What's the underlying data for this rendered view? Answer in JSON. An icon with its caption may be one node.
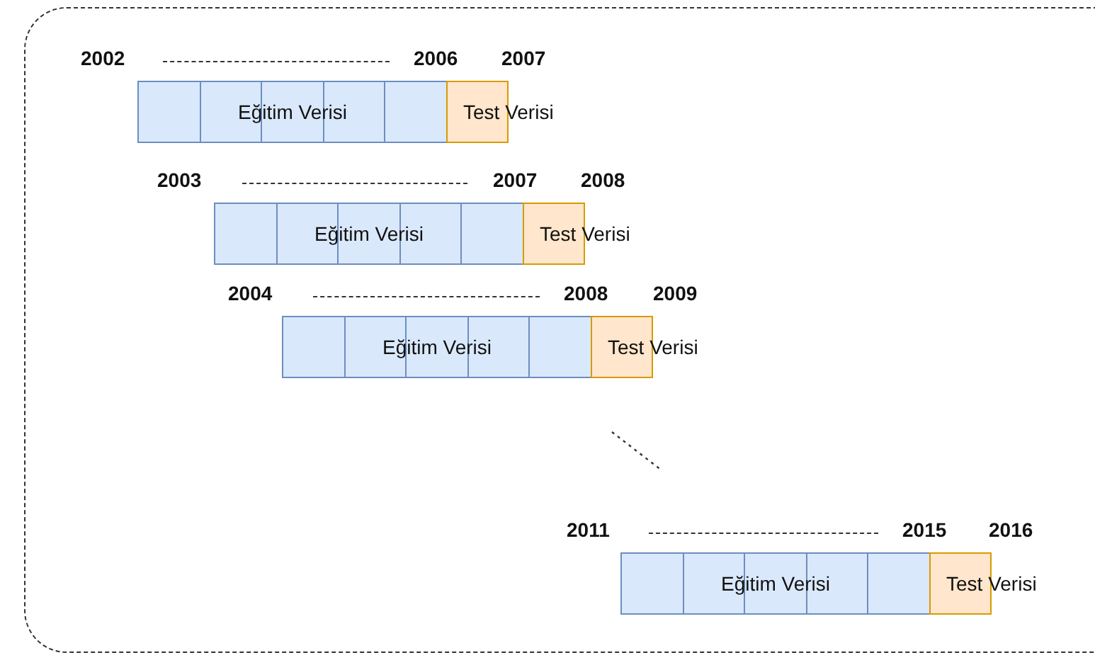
{
  "diagram": {
    "nodes": [
      {
        "text": [
          "Eğitim Verisi"
        ]
      },
      {
        "text": [
          "Test Verisi"
        ]
      },
      {
        "text": [
          "Eğitim Verisi"
        ]
      },
      {
        "text": [
          "Test Verisi"
        ]
      },
      {
        "text": [
          "Eğitim Verisi"
        ]
      },
      {
        "text": [
          "Test Verisi"
        ]
      },
      {
        "text": [
          "Eğitim Verisi"
        ]
      },
      {
        "text": [
          "Test Verisi"
        ]
      }
    ],
    "edges": [],
    "labels": [
      "2002",
      "2006",
      "2007",
      "2003",
      "2007",
      "2008",
      "2004",
      "2008",
      "2009",
      "2011",
      "2015",
      "2016"
    ]
  }
}
